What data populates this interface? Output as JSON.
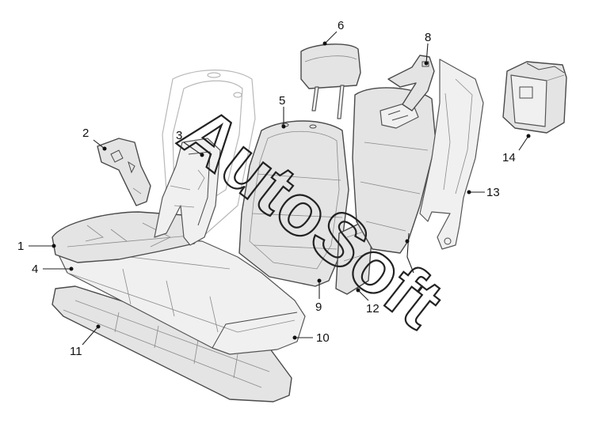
{
  "watermark": "AutoSoft",
  "callouts": {
    "c1": "1",
    "c2": "2",
    "c3": "3",
    "c4": "4",
    "c5": "5",
    "c6": "6",
    "c7": "8",
    "c8": "9",
    "c9": "10",
    "c10": "11",
    "c11": "12",
    "c12": "13",
    "c13": "14"
  }
}
